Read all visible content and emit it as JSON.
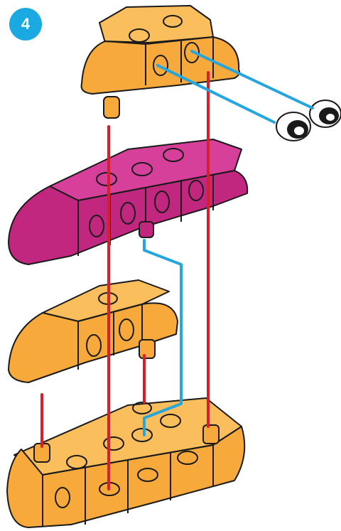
{
  "step": {
    "number": "4",
    "badge_color": "#1aa9e0"
  },
  "colors": {
    "orange_piece": "#f7a93b",
    "orange_top_face": "#fbbe5c",
    "magenta_piece": "#c2277f",
    "magenta_top_face": "#d6409a",
    "outline": "#1a1a1a",
    "red_guide": "#d7202e",
    "blue_guide": "#25a6dd"
  },
  "parts": [
    {
      "name": "orange-3x1-curved-block",
      "color": "orange"
    },
    {
      "name": "magenta-5x1-curved-block",
      "color": "magenta"
    },
    {
      "name": "orange-2x2-curved-block",
      "color": "orange"
    },
    {
      "name": "orange-base-platform",
      "color": "orange"
    },
    {
      "name": "eye-pegs",
      "count": 2
    }
  ],
  "icons": [
    "wheel-peg-icon",
    "wheel-peg-icon"
  ]
}
